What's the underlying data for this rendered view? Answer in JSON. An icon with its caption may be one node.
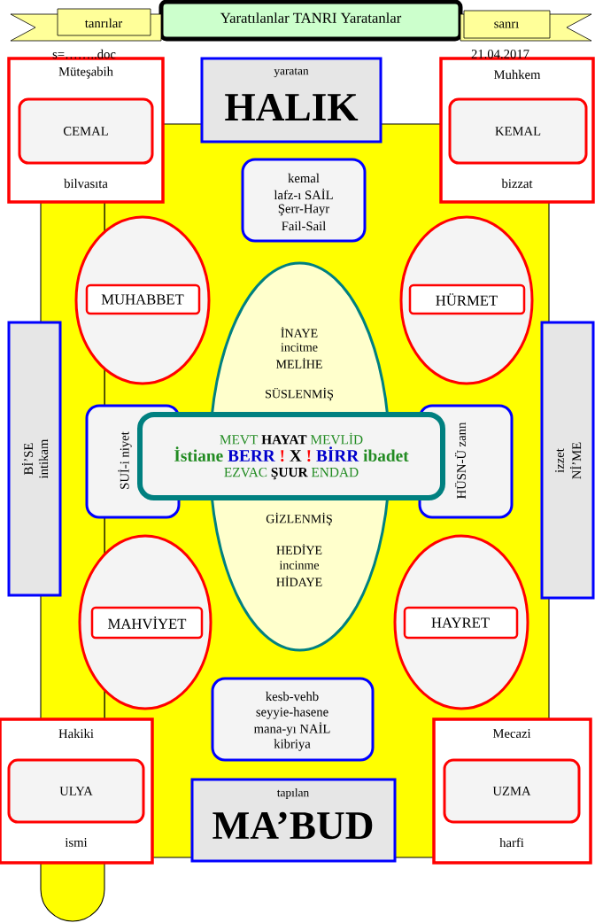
{
  "diagram": {
    "nodes": [
      {
        "text": [
          "Yaratılanlar  TANRI Yaratanlar"
        ]
      },
      {
        "text": [
          "tanrılar"
        ]
      },
      {
        "text": [
          "sanrı"
        ]
      },
      {
        "text": [
          "yaratan",
          "HALIK"
        ]
      },
      {
        "text": [
          "Müteşabih",
          "bilvasıta"
        ]
      },
      {
        "text": [
          "CEMAL"
        ],
        "in": 4
      },
      {
        "text": [
          "Muhkem",
          "bizzat"
        ]
      },
      {
        "text": [
          "KEMAL"
        ],
        "in": 6
      },
      {
        "text": [
          "kemal",
          "lafz-ı SAİL",
          "Şerr-Hayr",
          "Fail-Sail"
        ]
      },
      {
        "text": [],
        "shape": "ellipse"
      },
      {
        "text": [
          "MUHABBET"
        ],
        "in": 9
      },
      {
        "text": [],
        "shape": "ellipse"
      },
      {
        "text": [
          "HÜRMET"
        ],
        "in": 11
      },
      {
        "text": [
          "İNAYE",
          "incitme",
          "MELİHE",
          "SÜSLENMİŞ",
          "GİZLENMİŞ",
          "HEDİYE",
          "incinme",
          "HİDAYE"
        ]
      },
      {
        "text": [
          "Bİ’SE",
          "intikam"
        ]
      },
      {
        "text": [
          "izzet",
          "Nİ’ME"
        ]
      },
      {
        "text": [
          "SUİ-i niyet"
        ]
      },
      {
        "text": [
          "HÜSN-Ü zann"
        ]
      },
      {
        "text": [
          "MEVT",
          "HAYAT",
          "MEVLİD",
          "İstiane",
          "BERR",
          "!",
          "X",
          "!",
          "BİRR",
          "ibadet",
          "EZVAC",
          "ŞUUR",
          "ENDAD"
        ]
      },
      {
        "text": [],
        "shape": "ellipse"
      },
      {
        "text": [
          "MAHVİYET"
        ],
        "in": 19
      },
      {
        "text": [],
        "shape": "ellipse"
      },
      {
        "text": [
          "HAYRET"
        ],
        "in": 21
      },
      {
        "text": [
          "kesb-vehb",
          "seyyie-hasene",
          "mana-yı NAİL",
          "kibriya"
        ]
      },
      {
        "text": [
          "Hakiki",
          "ismi"
        ]
      },
      {
        "text": [
          "ULYA"
        ],
        "in": 24
      },
      {
        "text": [
          "Mecazi",
          "harfi"
        ]
      },
      {
        "text": [
          "UZMA"
        ],
        "in": 26
      },
      {
        "text": [
          "tapılan",
          "MA’BUD"
        ]
      }
    ],
    "labels": [
      "s=……..doc",
      "21.04.2017"
    ]
  }
}
